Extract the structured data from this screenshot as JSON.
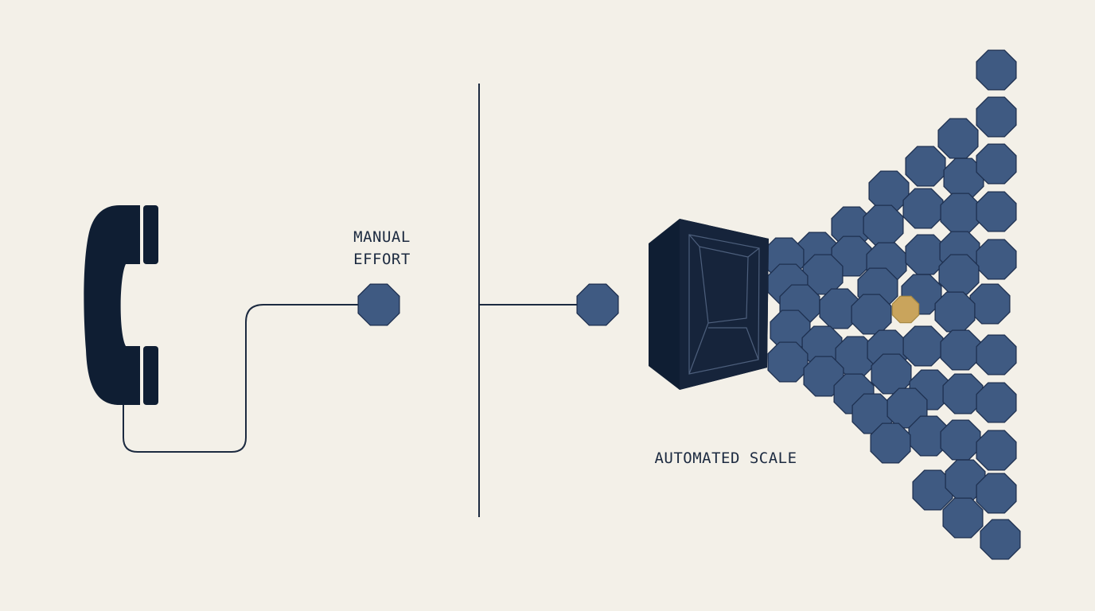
{
  "labels": {
    "manual_line1": "MANUAL",
    "manual_line2": "EFFORT",
    "automated": "AUTOMATED SCALE"
  },
  "icons": {
    "phone": "telephone-handset-icon",
    "machine": "automation-box-icon",
    "node": "octagon-node-icon"
  },
  "colors": {
    "background": "#f3f0e8",
    "ink": "#0f1e33",
    "node": "#3f5a82",
    "node_stroke": "#1e3050",
    "highlight": "#c9a45c",
    "line": "#1c2a40"
  }
}
